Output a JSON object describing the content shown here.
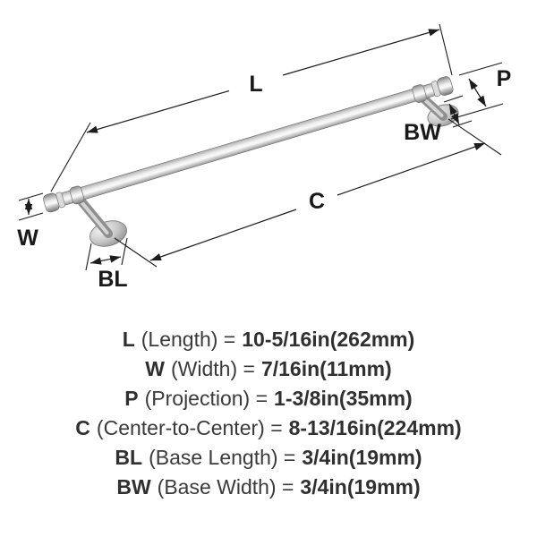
{
  "diagram": {
    "dim_labels": {
      "L": "L",
      "W": "W",
      "P": "P",
      "C": "C",
      "BL": "BL",
      "BW": "BW"
    },
    "finish_color": "#c9c9c9",
    "line_color": "#1c1c1c"
  },
  "specs": [
    {
      "letter": "L",
      "label": "(Length) =",
      "value": "10-5/16in(262mm)"
    },
    {
      "letter": "W",
      "label": "(Width) =",
      "value": "7/16in(11mm)"
    },
    {
      "letter": "P",
      "label": "(Projection) =",
      "value": "1-3/8in(35mm)"
    },
    {
      "letter": "C",
      "label": "(Center-to-Center) =",
      "value": "8-13/16in(224mm)"
    },
    {
      "letter": "BL",
      "label": "(Base Length) =",
      "value": "3/4in(19mm)"
    },
    {
      "letter": "BW",
      "label": "(Base Width) =",
      "value": "3/4in(19mm)"
    }
  ]
}
